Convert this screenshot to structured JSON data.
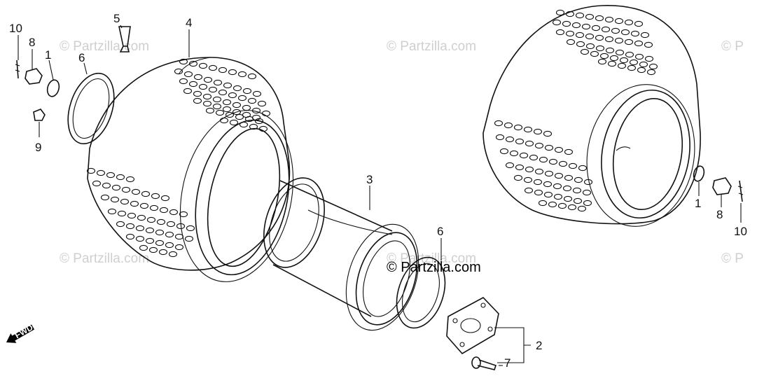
{
  "watermarks": [
    {
      "text": "© Partzilla.com"
    },
    {
      "text": "© Partzilla.com"
    },
    {
      "text": "© P"
    },
    {
      "text": "© Partzilla.com"
    },
    {
      "text": "© P"
    },
    {
      "text": "© Partzilla.com"
    }
  ],
  "copyright": "© Partzilla.com",
  "fwd_label": "FWD",
  "callouts": {
    "c10a": "10",
    "c8a": "8",
    "c1a": "1",
    "c6a": "6",
    "c9": "9",
    "c5": "5",
    "c4": "4",
    "c3": "3",
    "c6b": "6",
    "c2": "2",
    "c7": "7",
    "c1b": "1",
    "c8b": "8",
    "c10b": "10"
  },
  "colors": {
    "ink": "#111111",
    "watermark": "#cfcfcf",
    "background": "#ffffff"
  }
}
